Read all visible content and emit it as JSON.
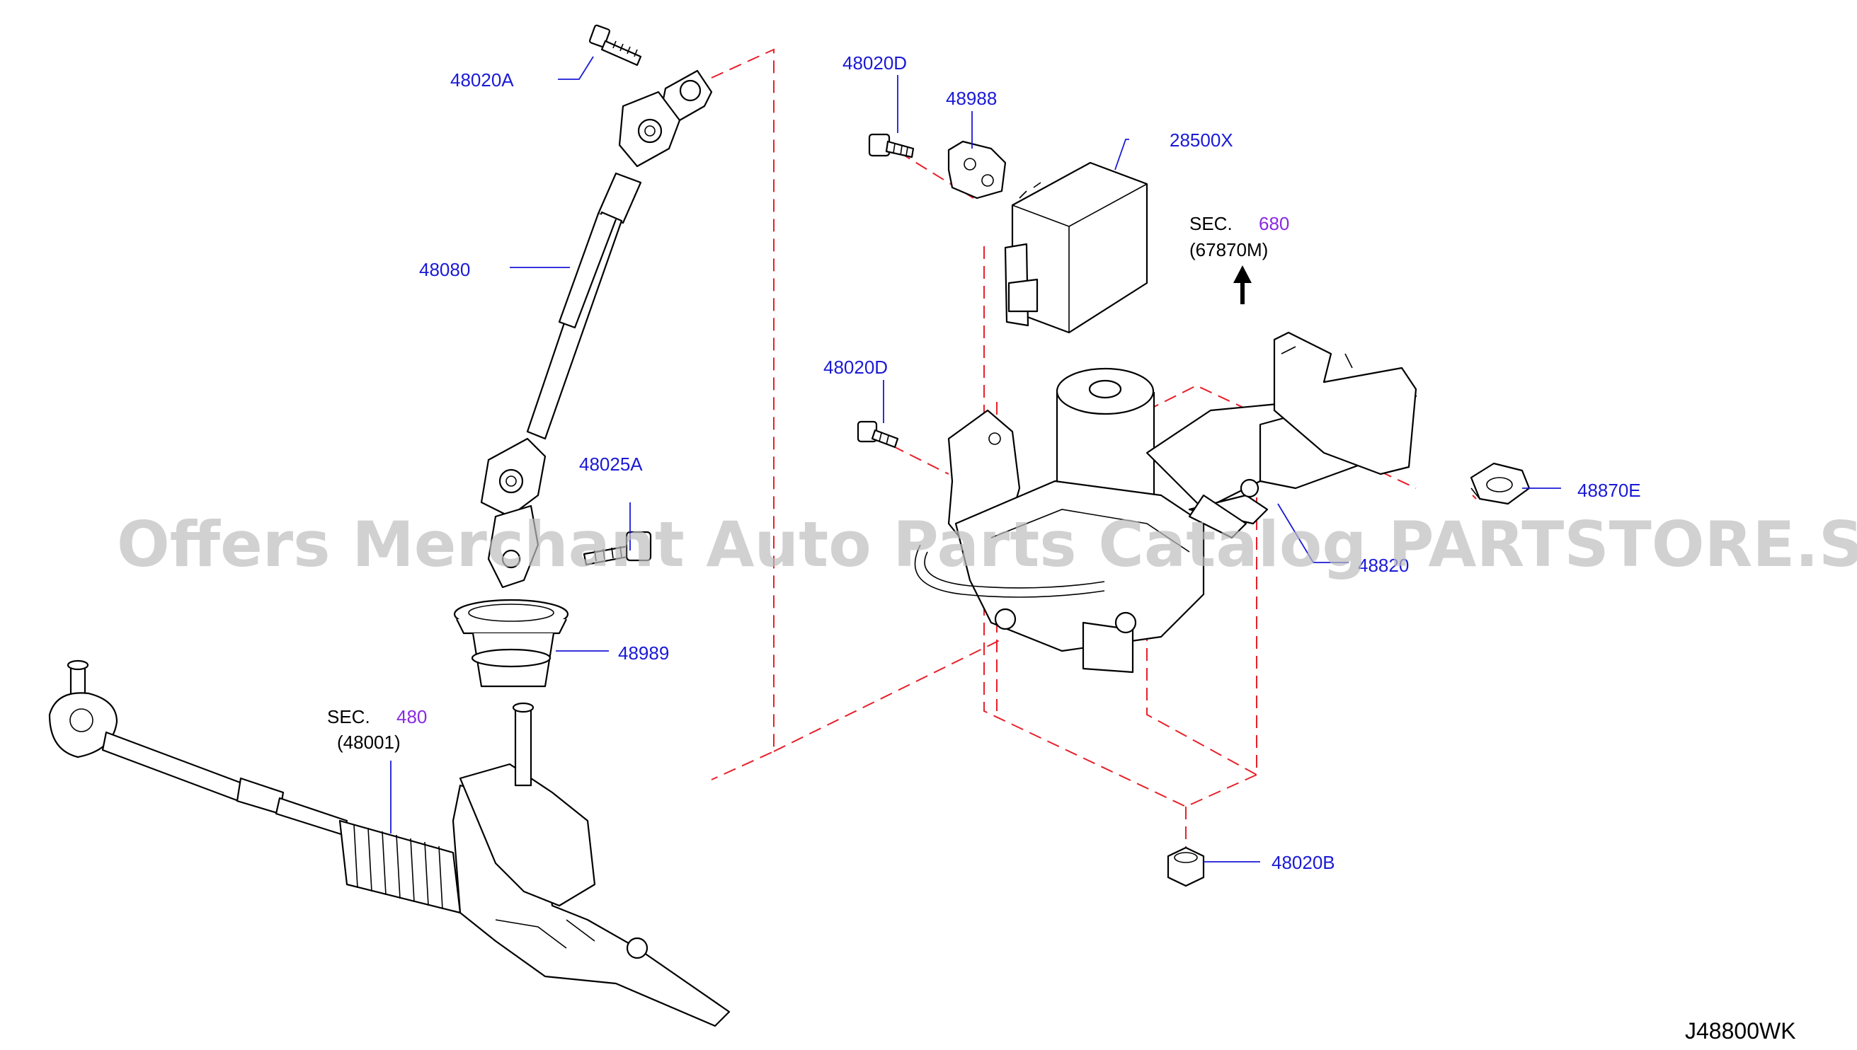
{
  "diagram": {
    "code": "J48800WK",
    "watermark": "Offers Merchant Auto Parts Catalog PARTSTORE.SA",
    "colors": {
      "label": "#1a1ad6",
      "section_ref": "#8a2be2",
      "dash_lines": "#e8202a",
      "watermark": "#bdbdbd"
    },
    "labels": {
      "p48020A": "48020A",
      "p48080": "48080",
      "p48025A": "48025A",
      "p48989": "48989",
      "p48020D_top": "48020D",
      "p48988": "48988",
      "p28500X": "28500X",
      "p48020D_mid": "48020D",
      "p48870E": "48870E",
      "p48820": "48820",
      "p48020B": "48020B"
    },
    "sections": {
      "sec680": {
        "prefix": "SEC.",
        "number": "680",
        "ref": "(67870M)"
      },
      "sec480": {
        "prefix": "SEC.",
        "number": "480",
        "ref": "(48001)"
      }
    }
  }
}
